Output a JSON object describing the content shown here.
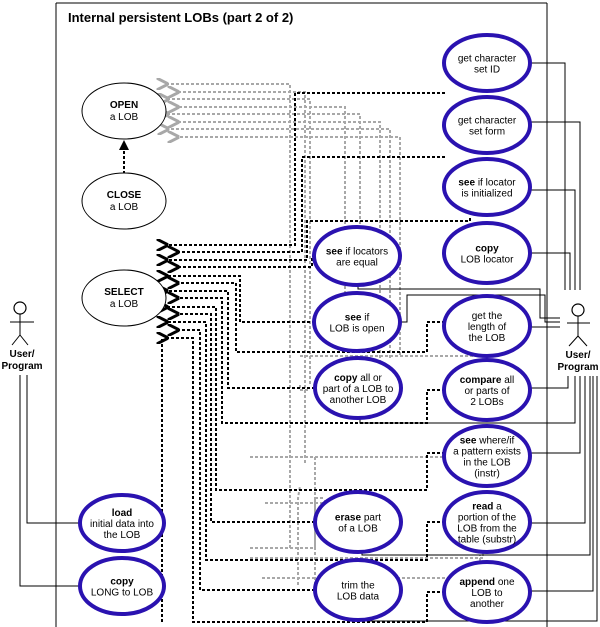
{
  "diagram": {
    "title": "Internal persistent LOBs (part 2 of 2)",
    "colors": {
      "highlight_stroke": "#2a12b0",
      "plain_stroke": "#000000",
      "gray_dash": "#a8a8a8",
      "black_dash": "#000000"
    },
    "actors": [
      {
        "id": "left",
        "label_line1": "User/",
        "label_line2": "Program"
      },
      {
        "id": "right",
        "label_line1": "User/",
        "label_line2": "Program"
      }
    ],
    "base_use_cases": [
      {
        "id": "open",
        "bold": "OPEN",
        "rest": "a LOB"
      },
      {
        "id": "close",
        "bold": "CLOSE",
        "rest": "a LOB"
      },
      {
        "id": "select",
        "bold": "SELECT",
        "rest": "a LOB"
      }
    ],
    "use_cases": [
      {
        "id": "get-charset-id",
        "lines": [
          [
            "",
            "get character"
          ],
          [
            "",
            "set ID"
          ]
        ]
      },
      {
        "id": "get-charset-form",
        "lines": [
          [
            "",
            "get character"
          ],
          [
            "",
            "set form"
          ]
        ]
      },
      {
        "id": "see-locator-initialized",
        "lines": [
          [
            "see",
            " if locator"
          ],
          [
            "",
            "is initialized"
          ]
        ]
      },
      {
        "id": "see-locators-equal",
        "lines": [
          [
            "see",
            " if locators"
          ],
          [
            "",
            "are equal"
          ]
        ]
      },
      {
        "id": "copy-locator",
        "lines": [
          [
            "copy",
            ""
          ],
          [
            "",
            "LOB locator"
          ]
        ]
      },
      {
        "id": "see-lob-open",
        "lines": [
          [
            "see",
            " if"
          ],
          [
            "",
            "LOB is open"
          ]
        ]
      },
      {
        "id": "get-length",
        "lines": [
          [
            "",
            "get the"
          ],
          [
            "",
            "length of"
          ],
          [
            "",
            "the LOB"
          ]
        ]
      },
      {
        "id": "copy-all-or-part",
        "lines": [
          [
            "copy",
            " all or"
          ],
          [
            "",
            "part of a LOB to"
          ],
          [
            "",
            "another LOB"
          ]
        ]
      },
      {
        "id": "compare",
        "lines": [
          [
            "compare",
            " all"
          ],
          [
            "",
            "or parts of"
          ],
          [
            "",
            "2 LOBs"
          ]
        ]
      },
      {
        "id": "instr",
        "lines": [
          [
            "see",
            " where/if"
          ],
          [
            "",
            "a pattern exists"
          ],
          [
            "",
            "in the LOB"
          ],
          [
            "",
            "(instr)"
          ]
        ]
      },
      {
        "id": "erase",
        "lines": [
          [
            "erase",
            " part"
          ],
          [
            "",
            "of a LOB"
          ]
        ]
      },
      {
        "id": "substr",
        "lines": [
          [
            "read",
            " a"
          ],
          [
            "",
            "portion of the"
          ],
          [
            "",
            "LOB from the"
          ],
          [
            "",
            "table (substr)"
          ]
        ]
      },
      {
        "id": "trim",
        "lines": [
          [
            "",
            "trim the"
          ],
          [
            "",
            "LOB data"
          ]
        ]
      },
      {
        "id": "append",
        "lines": [
          [
            "append",
            " one"
          ],
          [
            "",
            "LOB to"
          ],
          [
            "",
            "another"
          ]
        ]
      },
      {
        "id": "load",
        "lines": [
          [
            "load",
            ""
          ],
          [
            "",
            "initial data into"
          ],
          [
            "",
            "the LOB"
          ]
        ]
      },
      {
        "id": "copy-long",
        "lines": [
          [
            "copy",
            ""
          ],
          [
            "",
            "LONG to LOB"
          ]
        ]
      }
    ]
  }
}
